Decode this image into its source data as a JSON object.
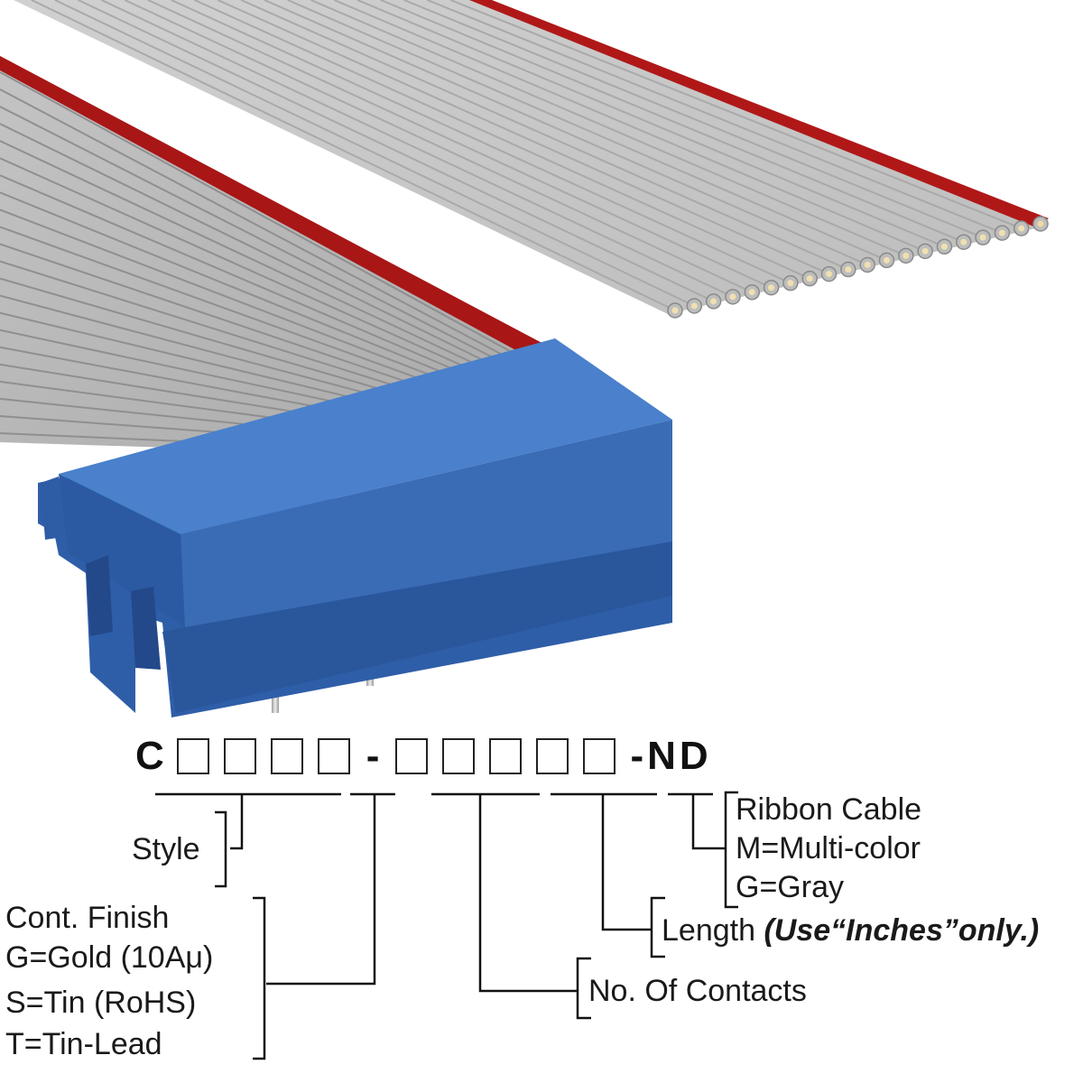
{
  "part_number": {
    "prefix": "C",
    "dash": "-",
    "suffix": "-ND",
    "group1_boxes": 4,
    "group2_boxes": 5
  },
  "labels": {
    "style": "Style",
    "finish_title": "Cont. Finish",
    "finish_gold": "G=Gold (10Aμ)",
    "finish_tin": "S=Tin (RoHS)",
    "finish_tinlead": "T=Tin-Lead",
    "contacts": "No. Of Contacts",
    "length": "Length",
    "length_note": "(Use“Inches”only.)",
    "cable_title": "Ribbon Cable",
    "cable_multi": "M=Multi-color",
    "cable_gray": "G=Gray"
  },
  "colors": {
    "connector": "#3a6cb5",
    "cable": "#c8c8c8",
    "stripe": "#b01818",
    "pin": "#d6d6d6"
  }
}
